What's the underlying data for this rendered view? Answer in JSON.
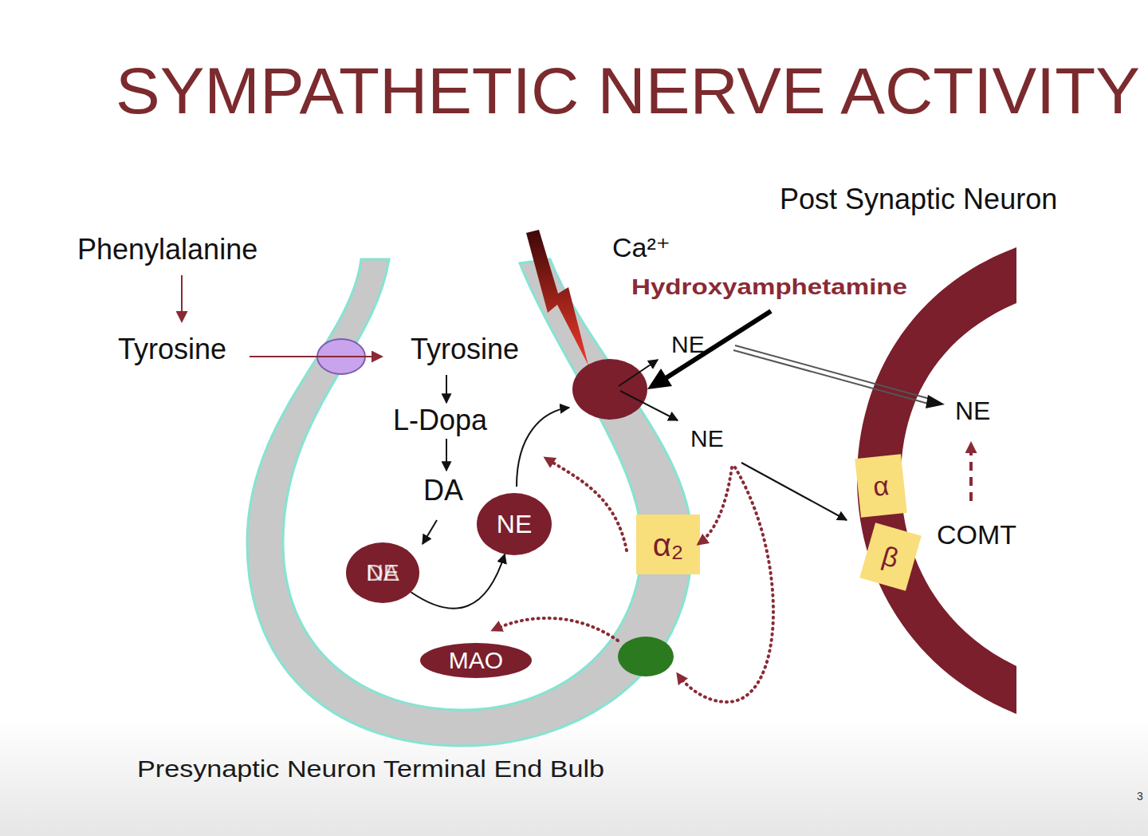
{
  "diagram": {
    "title": "SYMPATHETIC NERVE ACTIVITY",
    "nodes": [
      {
        "text": [
          "Presynaptic Neuron Terminal End Bulb"
        ]
      },
      {
        "text": [
          "NE",
          "DA"
        ],
        "in": 0
      },
      {
        "text": [
          "NE"
        ],
        "in": 0
      },
      {
        "text": [
          "MAO"
        ],
        "in": 0
      },
      {
        "text": [
          "α₂"
        ],
        "in": 0
      },
      {
        "text": [
          "Post Synaptic Neuron"
        ]
      },
      {
        "text": [
          "α"
        ],
        "in": 5
      },
      {
        "text": [
          "β"
        ],
        "in": 5
      }
    ],
    "edges": [
      {
        "from": 1,
        "to": 2,
        "arrow": "to"
      }
    ],
    "labels": [
      "Phenylalanine",
      "Tyrosine",
      "Tyrosine",
      "L-Dopa",
      "DA",
      "Ca²⁺",
      "Hydroxyamphetamine",
      "NE",
      "NE",
      "NE",
      "COMT",
      "3"
    ]
  }
}
